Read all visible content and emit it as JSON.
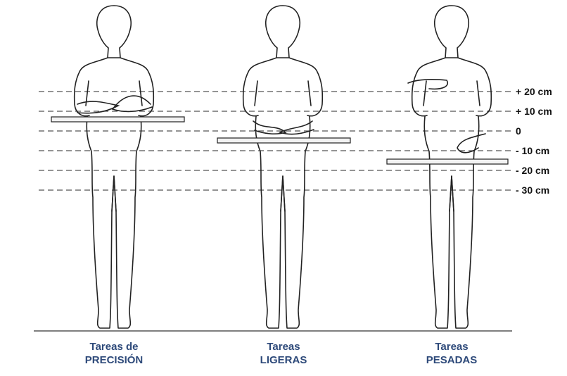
{
  "levels": [
    "+ 20 cm",
    "+ 10 cm",
    "0",
    "- 10 cm",
    "- 20 cm",
    "- 30 cm"
  ],
  "tasks": [
    {
      "line1": "Tareas de",
      "line2": "PRECISIÓN"
    },
    {
      "line1": "Tareas",
      "line2": "LIGERAS"
    },
    {
      "line1": "Tareas",
      "line2": "PESADAS"
    }
  ],
  "colors": {
    "label_blue": "#2e4a7a",
    "outline": "#222222",
    "dashed_line": "#555555",
    "work_surface": "#f2f2f2"
  },
  "icons": [
    "human-figure-outline",
    "work-surface-bar"
  ]
}
